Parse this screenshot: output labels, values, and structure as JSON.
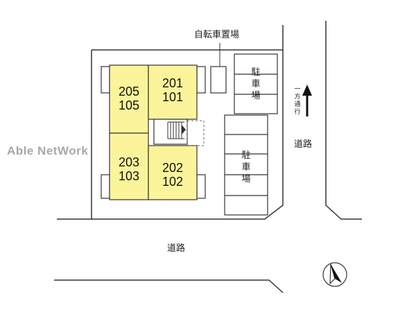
{
  "map": {
    "units": {
      "upper_left": "205\n105",
      "upper_right": "201\n101",
      "lower_left": "203\n103",
      "lower_right": "202\n102"
    },
    "labels": {
      "bicycle_parking": "自転車置場",
      "parking_upper": "駐\n車\n場",
      "parking_lower": "駐\n車\n場",
      "road_right": "道路",
      "road_bottom": "道路",
      "one_way": "一\n方\n通\n行"
    },
    "watermark": "Able NetWork",
    "colors": {
      "unit_fill": "#fbf49a",
      "line": "#333333"
    },
    "icons": [
      "north-arrow-icon",
      "one-way-arrow-icon",
      "stair-icon"
    ]
  }
}
